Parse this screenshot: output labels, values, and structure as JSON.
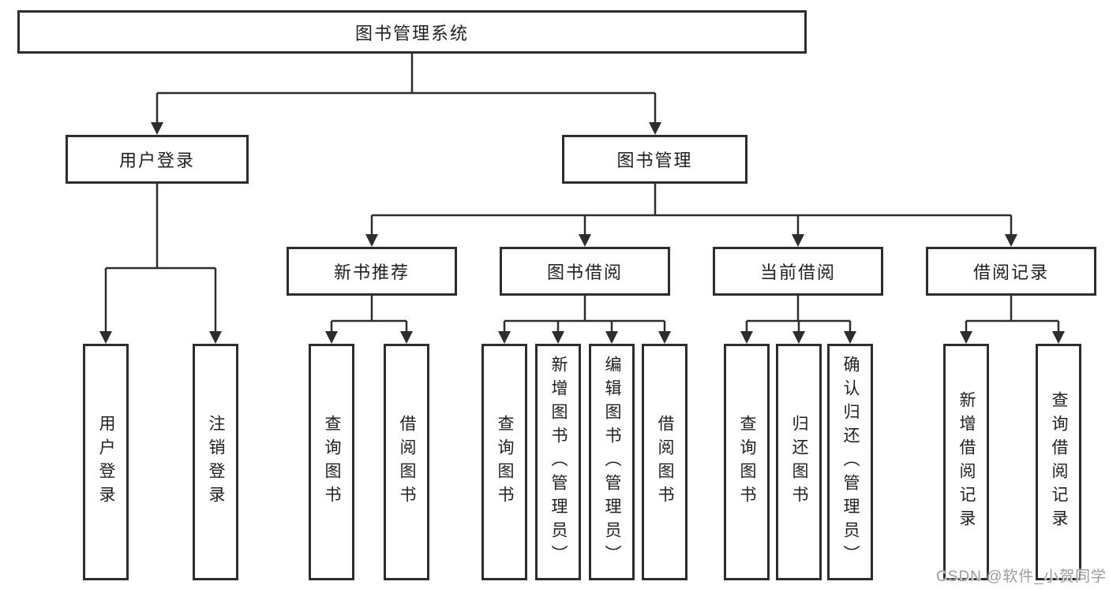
{
  "nodes": {
    "root": {
      "label": "图书管理系统"
    },
    "user_login": {
      "label": "用户登录"
    },
    "book_mgmt": {
      "label": "图书管理"
    },
    "new_book_recommend": {
      "label": "新书推荐"
    },
    "book_borrow": {
      "label": "图书借阅"
    },
    "current_borrow": {
      "label": "当前借阅"
    },
    "borrow_records": {
      "label": "借阅记录"
    },
    "leaf_user_login": {
      "label": "用户登录"
    },
    "leaf_logout": {
      "label": "注销登录"
    },
    "leaf_nb_query_books": {
      "label": "查询图书"
    },
    "leaf_nb_borrow_books": {
      "label": "借阅图书"
    },
    "leaf_bb_query_books": {
      "label": "查询图书"
    },
    "leaf_bb_add_books_admin": {
      "label": "新增图书（管理员）"
    },
    "leaf_bb_edit_books_admin": {
      "label": "编辑图书（管理员）"
    },
    "leaf_bb_borrow_books": {
      "label": "借阅图书"
    },
    "leaf_cb_query_books": {
      "label": "查询图书"
    },
    "leaf_cb_return_books": {
      "label": "归还图书"
    },
    "leaf_cb_confirm_return_admin": {
      "label": "确认归还（管理员）"
    },
    "leaf_br_add_record": {
      "label": "新增借阅记录"
    },
    "leaf_br_query_record": {
      "label": "查询借阅记录"
    }
  },
  "hierarchy": [
    {
      "parent": "图书管理系统",
      "children": [
        "用户登录",
        "图书管理"
      ]
    },
    {
      "parent": "用户登录",
      "children": [
        "用户登录",
        "注销登录"
      ]
    },
    {
      "parent": "图书管理",
      "children": [
        "新书推荐",
        "图书借阅",
        "当前借阅",
        "借阅记录"
      ]
    },
    {
      "parent": "新书推荐",
      "children": [
        "查询图书",
        "借阅图书"
      ]
    },
    {
      "parent": "图书借阅",
      "children": [
        "查询图书",
        "新增图书（管理员）",
        "编辑图书（管理员）",
        "借阅图书"
      ]
    },
    {
      "parent": "当前借阅",
      "children": [
        "查询图书",
        "归还图书",
        "确认归还（管理员）"
      ]
    },
    {
      "parent": "借阅记录",
      "children": [
        "新增借阅记录",
        "查询借阅记录"
      ]
    }
  ],
  "watermark": {
    "text": "CSDN @软件_小贺同学"
  },
  "colors": {
    "background": "#ffffff",
    "box_border": "#2d2d2d",
    "line": "#2d2d2d",
    "text": "#1f1f1f",
    "watermark": "#9b9ba0"
  }
}
